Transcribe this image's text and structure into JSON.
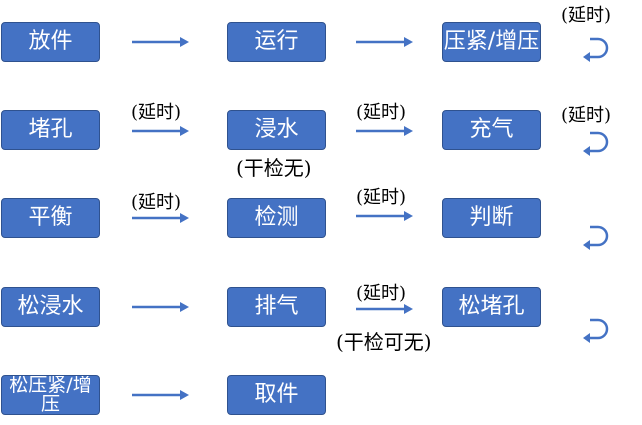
{
  "colors": {
    "box_fill": "#4472c4",
    "box_border": "#2f528f",
    "arrow": "#4472c4"
  },
  "steps": {
    "place_part": "放件",
    "run": "运行",
    "press_boost": "压紧/增压",
    "plug_hole": "堵孔",
    "submerge": "浸水",
    "inflate": "充气",
    "balance": "平衡",
    "detect": "检测",
    "judge": "判断",
    "release_submerge": "松浸水",
    "exhaust": "排气",
    "release_plug": "松堵孔",
    "release_press_boost": "松压紧/增压",
    "take_part": "取件"
  },
  "labels": {
    "delay": "(延时)",
    "dry_test_none": "(干检无)",
    "dry_test_optional": "(干检可无)"
  }
}
